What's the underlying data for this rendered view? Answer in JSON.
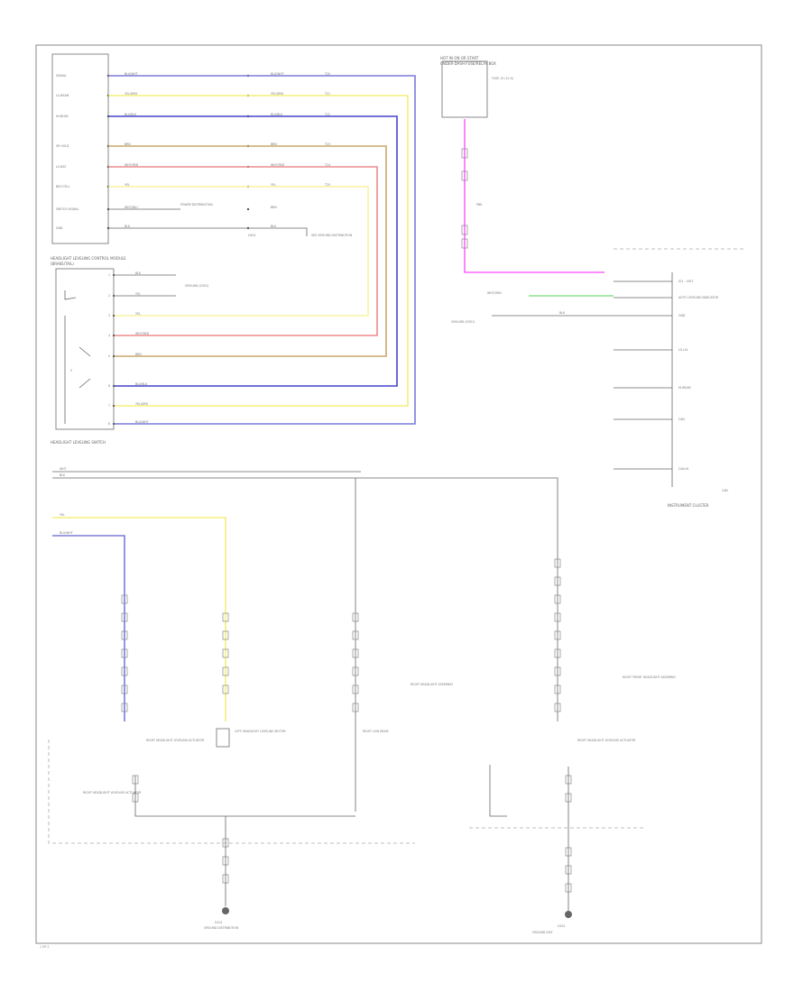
{
  "colors": {
    "blue": "#7b7bdb",
    "yellow": "#f3ef7a",
    "darkblue": "#4444cc",
    "brown": "#c9a86b",
    "red": "#ee8c8c",
    "lightyellow": "#f7f4a0",
    "pink": "#ff66ff",
    "green": "#8ce08c",
    "wire": "#777777"
  },
  "labels": {
    "hcm_pins": [
      "SIGNAL",
      "LO-BEAM",
      "HI-BEAM",
      "SR HOLD",
      "LO-BAT",
      "BELT-TELL",
      "SWITCH SIGNAL",
      "GND"
    ],
    "hcm_colors": [
      "BLU/WHT",
      "YEL/GRN",
      "BLU/BLK",
      "BRN",
      "WHT/RED",
      "YEL",
      "WHT/BLU",
      "BLK"
    ],
    "hcm_colors2": [
      "BLU/WHT",
      "YEL/GRN",
      "BLU/BLK",
      "BRN",
      "WHT/RED",
      "YEL",
      "BRN",
      "BLK"
    ],
    "hcm_pins_right": [
      "T20",
      "T21",
      "T22",
      "T23",
      "T24",
      "T25",
      "",
      ""
    ],
    "control_module_title": "HEADLIGHT LEVELING CONTROL MODULE",
    "control_module_sub": "(BRAKE/TAIL)",
    "switch_title": "HEADLIGHT LEVELING SWITCH",
    "switch_wires": [
      "BLK",
      "YEL",
      "YEL",
      "WHT/RED",
      "BRN",
      "BLU/BLK",
      "YEL/GRN",
      "BLU/WHT"
    ],
    "switch_pins": [
      "1",
      "2",
      "3",
      "4",
      "5",
      "6",
      "7",
      "8"
    ],
    "ground_note": "GROUND (G301)",
    "power_note": "POWER DISTRIBUTION",
    "to_ground": "SEE GROUND DISTRIBUTION",
    "ground_text": "G401",
    "ig_box": "HOT IN ON OR START",
    "ig_sub": "UNDER-DASH FUSE/RELAY BOX",
    "fuse_label": "FUSE 15 (10 A)",
    "pink_wire": "PNK",
    "cluster_title": "INSTRUMENT CLUSTER",
    "cluster_pins": [
      "IG1 - VOLT",
      "AUTO LEVELING INDICATOR",
      "GND",
      "LO-LVL",
      "HI-BEAM",
      "CAN",
      "CAN-HI"
    ],
    "cluster_wires": [
      "WHT/GRN",
      "BLK"
    ],
    "cluster_note": "CAN",
    "left_actuator": "RIGHT HEADLIGHT LEVELING ACTUATOR",
    "left_motor": "LEFT HEADLIGHT LEVELING MOTOR",
    "right_assembly": "RIGHT HEADLIGHT ASSEMBLY",
    "right_actuator": "RIGHT HEADLIGHT LEVELING ACTUATOR",
    "right_sub": "RIGHT FRONT HEADLIGHT ASSEMBLY",
    "low_beam": "RIGHT LOW BEAM",
    "grd_left": "G101",
    "grd_left_sub": "GROUND DISTRIBUTION",
    "grd_right": "G201",
    "grd_right_sub": "GROUND DIST",
    "wht": "WHT",
    "blk": "BLK",
    "yel": "YEL",
    "blu_wht": "BLU/WHT",
    "foot": "1 OF 2"
  }
}
